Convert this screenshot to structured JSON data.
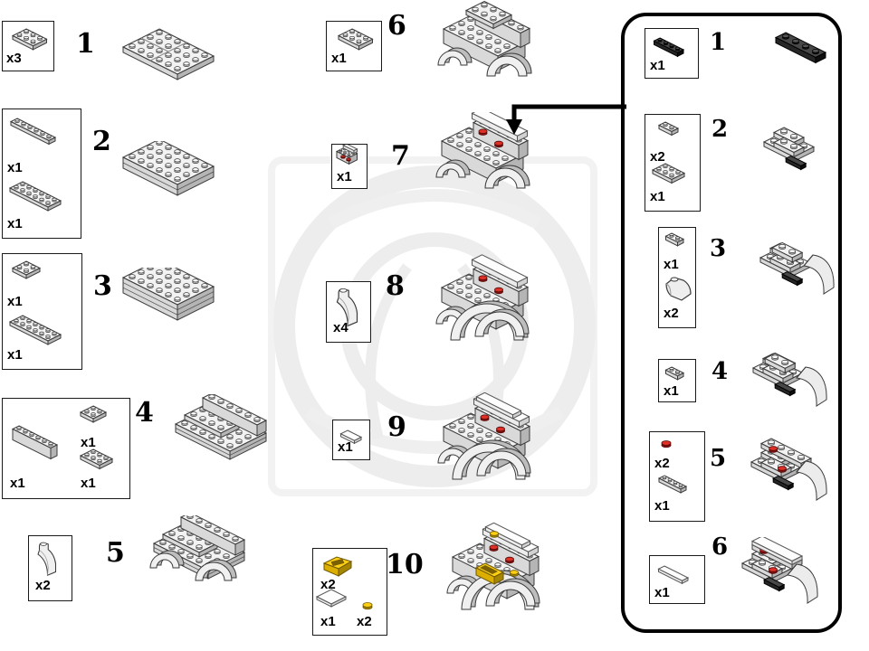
{
  "document": {
    "kind": "lego-building-instructions-page",
    "colors": {
      "brick_gray": "#f2f2f2",
      "brick_white": "#fdfdfd",
      "brick_black": "#1a1a1a",
      "accent_red": "#dd3026",
      "accent_yellow": "#fdd017",
      "outline": "#3a3a3a",
      "watermark": "#ededed"
    }
  },
  "main_steps": [
    {
      "number": "1",
      "parts": [
        {
          "name": "plate-2x3-gray",
          "qty": "x3"
        }
      ]
    },
    {
      "number": "2",
      "parts": [
        {
          "name": "plate-1x6-gray",
          "qty": "x1"
        },
        {
          "name": "plate-2x6-gray",
          "qty": "x1"
        }
      ]
    },
    {
      "number": "3",
      "parts": [
        {
          "name": "plate-2x2-gray",
          "qty": "x1"
        },
        {
          "name": "plate-2x6-gray",
          "qty": "x1"
        }
      ]
    },
    {
      "number": "4",
      "parts": [
        {
          "name": "plate-2x2-gray",
          "qty": "x1"
        },
        {
          "name": "brick-1x6-gray",
          "qty": "x1"
        },
        {
          "name": "plate-2x3-gray",
          "qty": "x1"
        }
      ]
    },
    {
      "number": "5",
      "parts": [
        {
          "name": "arch-brick-gray",
          "qty": "x2"
        }
      ]
    },
    {
      "number": "6",
      "parts": [
        {
          "name": "plate-2x3-gray",
          "qty": "x1"
        }
      ]
    },
    {
      "number": "7",
      "parts": [
        {
          "name": "subassembly-with-red-studs",
          "qty": "x1"
        }
      ]
    },
    {
      "number": "8",
      "parts": [
        {
          "name": "arch-brick-gray",
          "qty": "x4"
        }
      ]
    },
    {
      "number": "9",
      "parts": [
        {
          "name": "tile-1x2-white",
          "qty": "x1"
        }
      ]
    },
    {
      "number": "10",
      "parts": [
        {
          "name": "slope-yellow",
          "qty": "x2"
        },
        {
          "name": "tile-2x2-white",
          "qty": "x1"
        },
        {
          "name": "round-plate-yellow",
          "qty": "x2"
        }
      ]
    }
  ],
  "panel_steps": [
    {
      "number": "1",
      "parts": [
        {
          "name": "plate-1x4-black",
          "qty": "x1"
        }
      ]
    },
    {
      "number": "2",
      "parts": [
        {
          "name": "plate-1x2-gray",
          "qty": "x2"
        },
        {
          "name": "plate-2x3-gray",
          "qty": "x1"
        }
      ]
    },
    {
      "number": "3",
      "parts": [
        {
          "name": "plate-1x2-gray",
          "qty": "x1"
        },
        {
          "name": "curved-brick-gray",
          "qty": "x2"
        }
      ]
    },
    {
      "number": "4",
      "parts": [
        {
          "name": "plate-1x2-gray",
          "qty": "x1"
        }
      ]
    },
    {
      "number": "5",
      "parts": [
        {
          "name": "round-plate-red",
          "qty": "x2"
        },
        {
          "name": "plate-1x4-gray",
          "qty": "x1"
        }
      ]
    },
    {
      "number": "6",
      "parts": [
        {
          "name": "tile-1x4-white",
          "qty": "x1"
        }
      ]
    }
  ],
  "connector": {
    "meaning": "subassembly from side panel is attached at step 7"
  }
}
